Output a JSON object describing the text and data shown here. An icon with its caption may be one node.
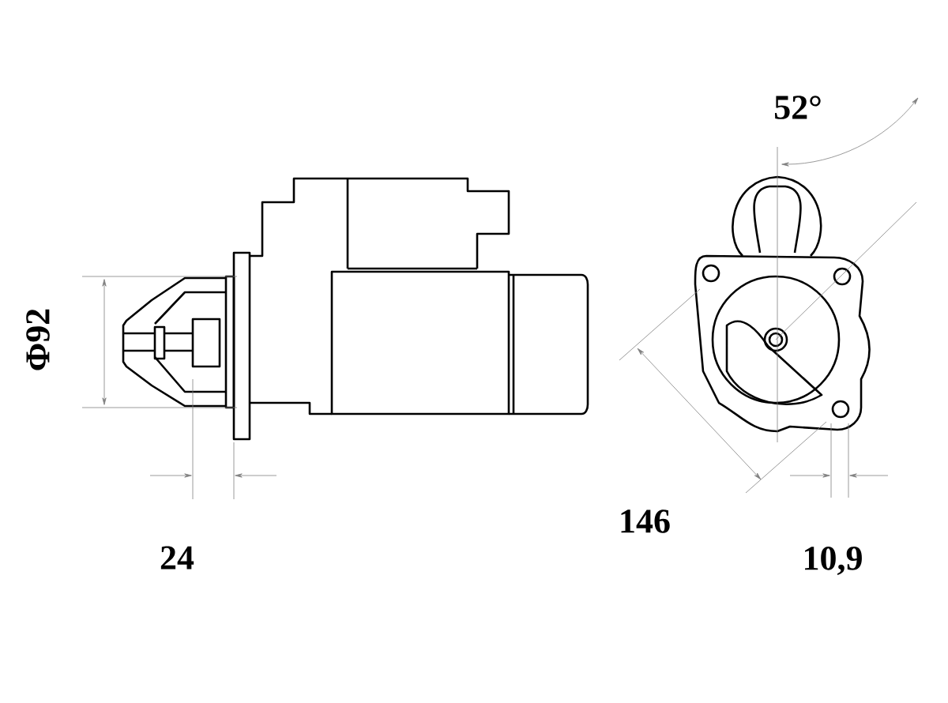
{
  "diagram": {
    "labels": [
      "52°",
      "Φ92",
      "146",
      "24",
      "10,9"
    ]
  }
}
